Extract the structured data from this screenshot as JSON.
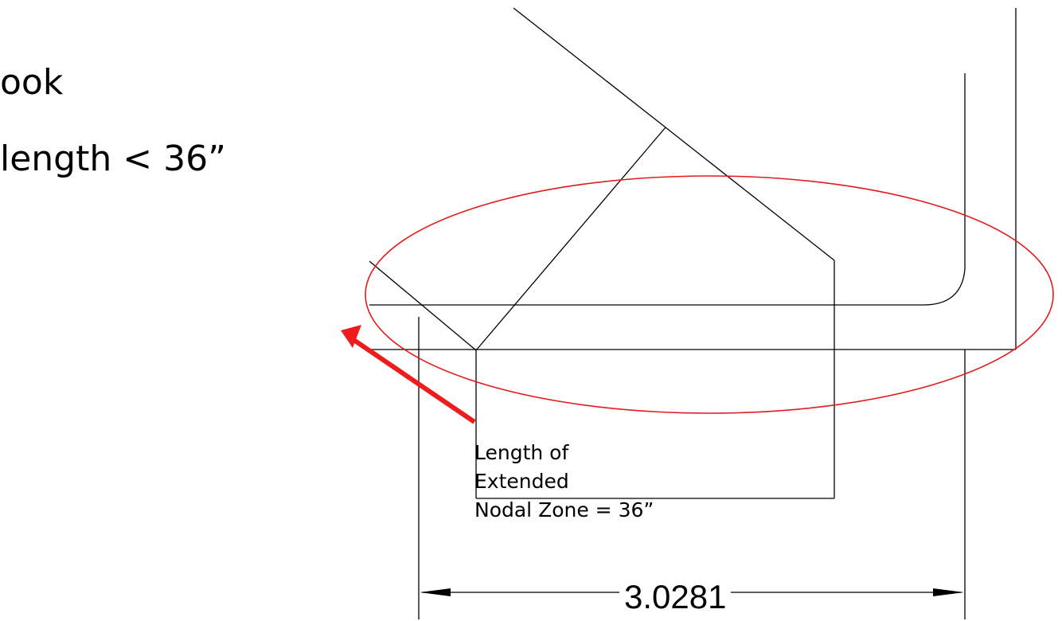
{
  "slide": {
    "bullet_line_1": "ook",
    "bullet_line_2": "length < 36”"
  },
  "callout": {
    "line_1": "Length of Extended",
    "line_2": "Nodal Zone = 36”",
    "arrow_color": "#ee1c1c"
  },
  "drawing": {
    "line_color": "#000000",
    "highlight_ellipse_color": "#e31b1b",
    "dimension_value": "3.0281"
  }
}
